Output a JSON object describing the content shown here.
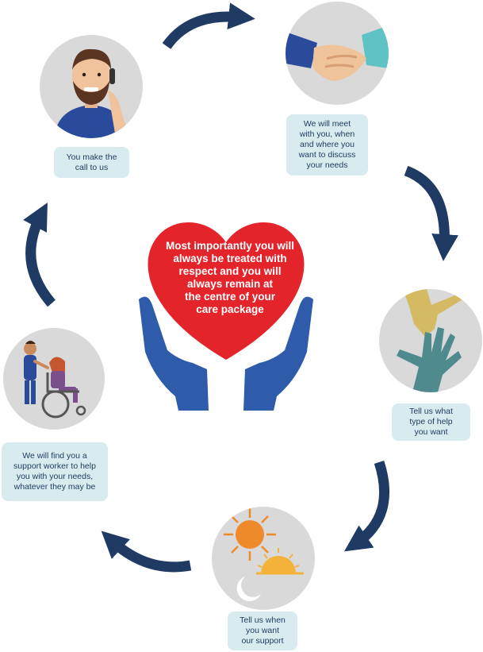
{
  "center_message": "Most importantly you will\nalways be treated with\nrespect and you will\nalways remain at\nthe centre of your\ncare package",
  "steps": [
    {
      "label": "You make the\ncall to us",
      "icon": "phone-call-man-icon"
    },
    {
      "label": "We will meet\nwith you, when\nand where you\nwant to discuss\nyour needs",
      "icon": "handshake-icon"
    },
    {
      "label": "Tell us what\ntype of help\nyou want",
      "icon": "helping-hands-icon"
    },
    {
      "label": "Tell us when\nyou want\nour support",
      "icon": "sun-moon-icon"
    },
    {
      "label": "We will find you a\nsupport worker to help\nyou with your needs,\nwhatever they may be",
      "icon": "wheelchair-carer-icon"
    }
  ],
  "colors": {
    "arrow": "#1f3b64",
    "heart": "#e4242b",
    "hands": "#2e5caa",
    "label_bg": "#d8ecef",
    "circle_bg": "#d9d9da"
  }
}
